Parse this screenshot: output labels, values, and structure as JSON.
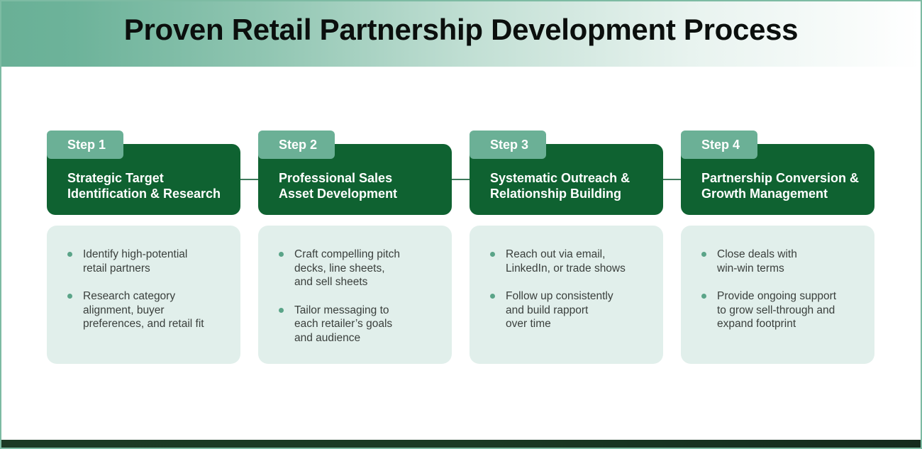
{
  "header": {
    "title": "Proven Retail Partnership Development Process"
  },
  "colors": {
    "header_gradient_start": "#69b096",
    "step_tab": "#6bb096",
    "step_head": "#0f6231",
    "step_body": "#e1efeb",
    "bullet_dot": "#5aa488",
    "bottom_bar": "#1a3a24"
  },
  "steps": [
    {
      "tab": "Step 1",
      "title_line1": "Strategic Target",
      "title_line2": "Identification & Research",
      "bullets": [
        {
          "line1": "Identify high-potential",
          "line2": "retail partners",
          "line3": ""
        },
        {
          "line1": "Research category",
          "line2": "alignment, buyer",
          "line3": "preferences, and retail fit"
        }
      ]
    },
    {
      "tab": "Step 2",
      "title_line1": "Professional Sales",
      "title_line2": "Asset Development",
      "bullets": [
        {
          "line1": "Craft compelling pitch",
          "line2": "decks, line sheets,",
          "line3": "and sell sheets"
        },
        {
          "line1": "Tailor messaging to",
          "line2": "each retailer’s goals",
          "line3": "and audience"
        }
      ]
    },
    {
      "tab": "Step 3",
      "title_line1": "Systematic Outreach &",
      "title_line2": "Relationship Building",
      "bullets": [
        {
          "line1": "Reach out via email,",
          "line2": "LinkedIn, or trade shows",
          "line3": ""
        },
        {
          "line1": "Follow up consistently",
          "line2": "and build rapport",
          "line3": "over time"
        }
      ]
    },
    {
      "tab": "Step 4",
      "title_line1": "Partnership Conversion &",
      "title_line2": "Growth Management",
      "bullets": [
        {
          "line1": "Close deals with",
          "line2": "win-win terms",
          "line3": ""
        },
        {
          "line1": "Provide ongoing support",
          "line2": "to grow sell-through and",
          "line3": "expand footprint"
        }
      ]
    }
  ]
}
